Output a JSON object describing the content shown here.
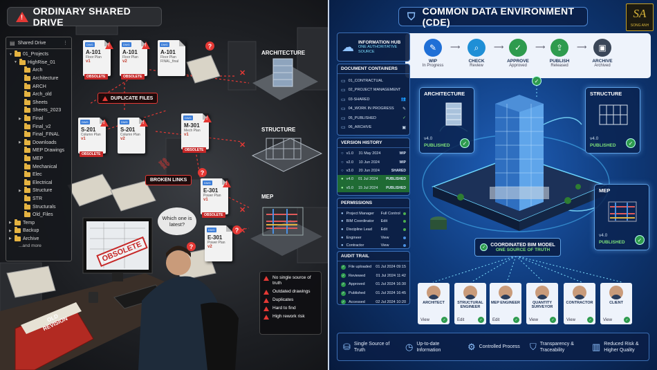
{
  "left": {
    "title": "ORDINARY SHARED DRIVE",
    "tree": {
      "header": "Shared Drive",
      "items": [
        {
          "label": "01_Projects",
          "indent": 0,
          "caret": "▼"
        },
        {
          "label": "HighRise_01",
          "indent": 1,
          "caret": "▼"
        },
        {
          "label": "Arch",
          "indent": 2,
          "caret": ""
        },
        {
          "label": "Architecture",
          "indent": 2,
          "caret": ""
        },
        {
          "label": "ARCH",
          "indent": 2,
          "caret": ""
        },
        {
          "label": "Arch_old",
          "indent": 2,
          "caret": ""
        },
        {
          "label": "Sheets",
          "indent": 2,
          "caret": ""
        },
        {
          "label": "Sheets_2023",
          "indent": 2,
          "caret": ""
        },
        {
          "label": "Final",
          "indent": 2,
          "caret": "▶"
        },
        {
          "label": "Final_v2",
          "indent": 2,
          "caret": ""
        },
        {
          "label": "Final_FINAL",
          "indent": 2,
          "caret": ""
        },
        {
          "label": "Downloads",
          "indent": 2,
          "caret": "▶"
        },
        {
          "label": "MEP Drawings",
          "indent": 2,
          "caret": ""
        },
        {
          "label": "MEP",
          "indent": 2,
          "caret": ""
        },
        {
          "label": "Mechanical",
          "indent": 2,
          "caret": ""
        },
        {
          "label": "Elec",
          "indent": 2,
          "caret": ""
        },
        {
          "label": "Electrical",
          "indent": 2,
          "caret": ""
        },
        {
          "label": "Structure",
          "indent": 2,
          "caret": "▶"
        },
        {
          "label": "STR",
          "indent": 2,
          "caret": ""
        },
        {
          "label": "Structurals",
          "indent": 2,
          "caret": ""
        },
        {
          "label": "Old_Files",
          "indent": 2,
          "caret": ""
        },
        {
          "label": "Temp",
          "indent": 0,
          "caret": "▶"
        },
        {
          "label": "Backup",
          "indent": 0,
          "caret": "▶"
        },
        {
          "label": "Archive",
          "indent": 0,
          "caret": "▶"
        }
      ],
      "more": "...and more"
    },
    "docs": [
      {
        "tag": "DWG",
        "code": "A-101",
        "name": "Floor Plan",
        "ver": "v1",
        "obsolete": "OBSOLETE"
      },
      {
        "tag": "DWG",
        "code": "A-101",
        "name": "Floor Plan",
        "ver": "v2",
        "obsolete": "OBSOLETE"
      },
      {
        "tag": "DWG",
        "code": "A-101",
        "name": "Floor Plan FINAL_final",
        "ver": "",
        "obsolete": ""
      },
      {
        "tag": "DWG",
        "code": "S-201",
        "name": "Column Plan",
        "ver": "v1",
        "obsolete": "OBSOLETE"
      },
      {
        "tag": "DWG",
        "code": "S-201",
        "name": "Column Plan",
        "ver": "v2",
        "obsolete": ""
      },
      {
        "tag": "DWG",
        "code": "M-301",
        "name": "Mech Plan",
        "ver": "v1",
        "obsolete": "OBSOLETE"
      },
      {
        "tag": "DWG",
        "code": "E-301",
        "name": "Power Plan",
        "ver": "v1",
        "obsolete": "OBSOLETE"
      },
      {
        "tag": "DWG",
        "code": "E-301",
        "name": "Power Plan",
        "ver": "v2",
        "obsolete": ""
      }
    ],
    "duplicate_label": "DUPLICATE FILES",
    "broken_label": "BROKEN LINKS",
    "buildings": {
      "architecture": "ARCHITECTURE",
      "structure": "STRUCTURE",
      "mep": "MEP"
    },
    "speech": "Which one is latest?",
    "stamp": "OBSOLETE",
    "binder": "OLD REVISION",
    "issues": [
      "No single source of truth",
      "Outdated drawings",
      "Duplicates",
      "Hard to find",
      "High rework risk"
    ]
  },
  "right": {
    "title": "COMMON DATA ENVIRONMENT (CDE)",
    "logo": "SONG ANH",
    "workflow": [
      {
        "label": "WIP",
        "sub": "In Progress",
        "color": "#1f6fd6",
        "icon": "✎"
      },
      {
        "label": "CHECK",
        "sub": "Review",
        "color": "#1f8fd6",
        "icon": "⌕"
      },
      {
        "label": "APPROVE",
        "sub": "Approved",
        "color": "#2e9b4e",
        "icon": "✓"
      },
      {
        "label": "PUBLISH",
        "sub": "Released",
        "color": "#2e9b4e",
        "icon": "⇪"
      },
      {
        "label": "ARCHIVE",
        "sub": "Archived",
        "color": "#3a4658",
        "icon": "▣"
      }
    ],
    "hub": {
      "title": "INFORMATION HUB",
      "sub": "ONE AUTHORITATIVE SOURCE"
    },
    "containers": {
      "title": "DOCUMENT CONTAINERS",
      "items": [
        "01_CONTRACTUAL",
        "02_PROJECT MANAGEMENT",
        "03-SHARED",
        "04_WORK IN PROGRESS",
        "05_PUBLISHED",
        "06_ARCHIVE"
      ]
    },
    "versions": {
      "title": "VERSION HISTORY",
      "items": [
        {
          "v": "v1.0",
          "date": "31 May 2024",
          "status": "WIP"
        },
        {
          "v": "v2.0",
          "date": "10 Jun 2024",
          "status": "WIP"
        },
        {
          "v": "v3.0",
          "date": "20 Jun 2024",
          "status": "SHARED"
        },
        {
          "v": "v4.0",
          "date": "01 Jul 2024",
          "status": "PUBLISHED"
        },
        {
          "v": "v5.0",
          "date": "15 Jul 2024",
          "status": "PUBLISHED"
        }
      ]
    },
    "permissions": {
      "title": "PERMISSIONS",
      "items": [
        {
          "role": "Project Manager",
          "access": "Full Control"
        },
        {
          "role": "BIM Coordinator",
          "access": "Edit"
        },
        {
          "role": "Discipline Lead",
          "access": "Edit"
        },
        {
          "role": "Engineer",
          "access": "View"
        },
        {
          "role": "Contractor",
          "access": "View"
        }
      ]
    },
    "audit": {
      "title": "AUDIT TRAIL",
      "items": [
        {
          "action": "File uploaded",
          "time": "01 Jul 2024 09:15"
        },
        {
          "action": "Reviewed",
          "time": "01 Jul 2024 11:42"
        },
        {
          "action": "Approved",
          "time": "01 Jul 2024 16:30"
        },
        {
          "action": "Published",
          "time": "01 Jul 2024 16:45"
        },
        {
          "action": "Accessed",
          "time": "02 Jul 2024 10:20"
        }
      ]
    },
    "models": [
      {
        "title": "ARCHITECTURE",
        "ver": "v4.0",
        "status": "PUBLISHED"
      },
      {
        "title": "STRUCTURE",
        "ver": "v4.0",
        "status": "PUBLISHED"
      },
      {
        "title": "MEP",
        "ver": "v4.0",
        "status": "PUBLISHED"
      }
    ],
    "coordinated": {
      "title": "COORDINATED BIM MODEL",
      "sub": "ONE SOURCE OF TRUTH"
    },
    "roles": [
      {
        "name": "ARCHITECT",
        "access": "View"
      },
      {
        "name": "STRUCTURAL ENGINEER",
        "access": "Edit"
      },
      {
        "name": "MEP ENGINEER",
        "access": "Edit"
      },
      {
        "name": "QUANTITY SURVEYOR",
        "access": "View"
      },
      {
        "name": "CONTRACTOR",
        "access": "View"
      },
      {
        "name": "CLIENT",
        "access": "View"
      }
    ],
    "benefits": [
      {
        "text": "Single Source of Truth",
        "icon": "⛁"
      },
      {
        "text": "Up-to-date Information",
        "icon": "◷"
      },
      {
        "text": "Controlled Process",
        "icon": "⚙"
      },
      {
        "text": "Transparency & Traceability",
        "icon": "⛉"
      },
      {
        "text": "Reduced Risk & Higher Quality",
        "icon": "▥"
      }
    ]
  }
}
